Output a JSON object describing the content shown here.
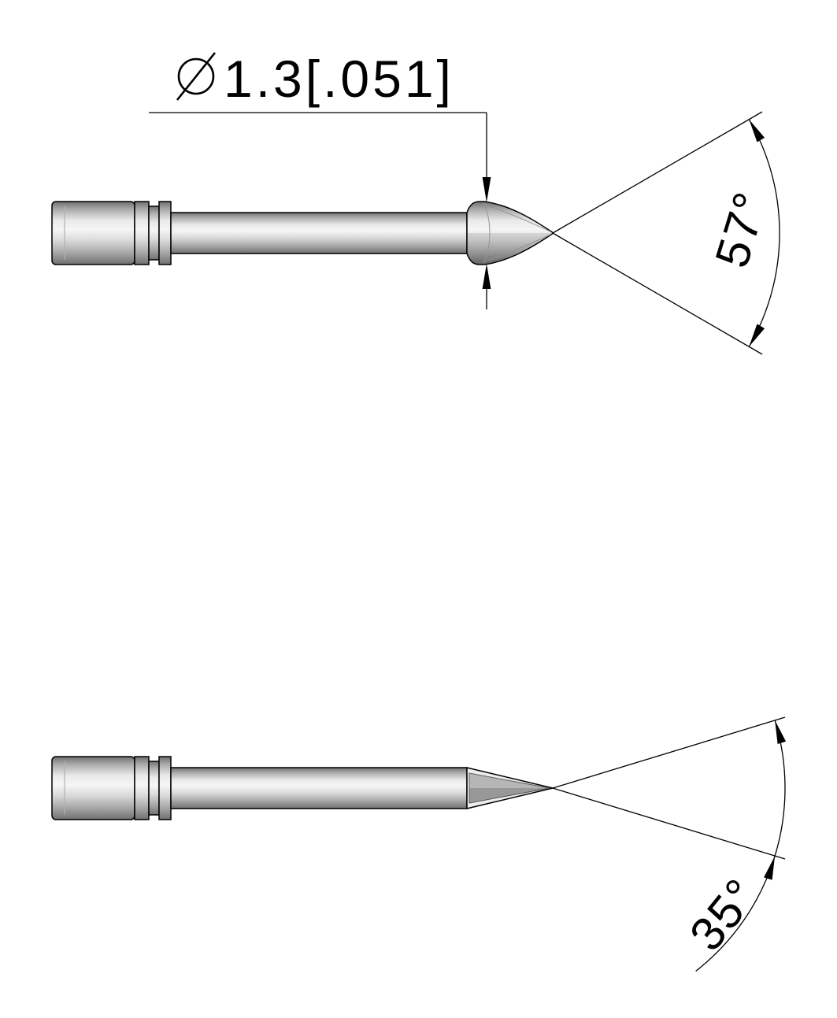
{
  "colors": {
    "background": "#ffffff",
    "line_color": "#000000",
    "metal_highlight": "#f5f5f5",
    "metal_shadow": "#6f6f6f"
  },
  "top_view": {
    "diameter_dimension": {
      "symbol": "∅",
      "value": "1.3[.051]"
    },
    "angle_dimension": {
      "value": "57°"
    }
  },
  "bottom_view": {
    "angle_dimension": {
      "value": "35°"
    }
  }
}
